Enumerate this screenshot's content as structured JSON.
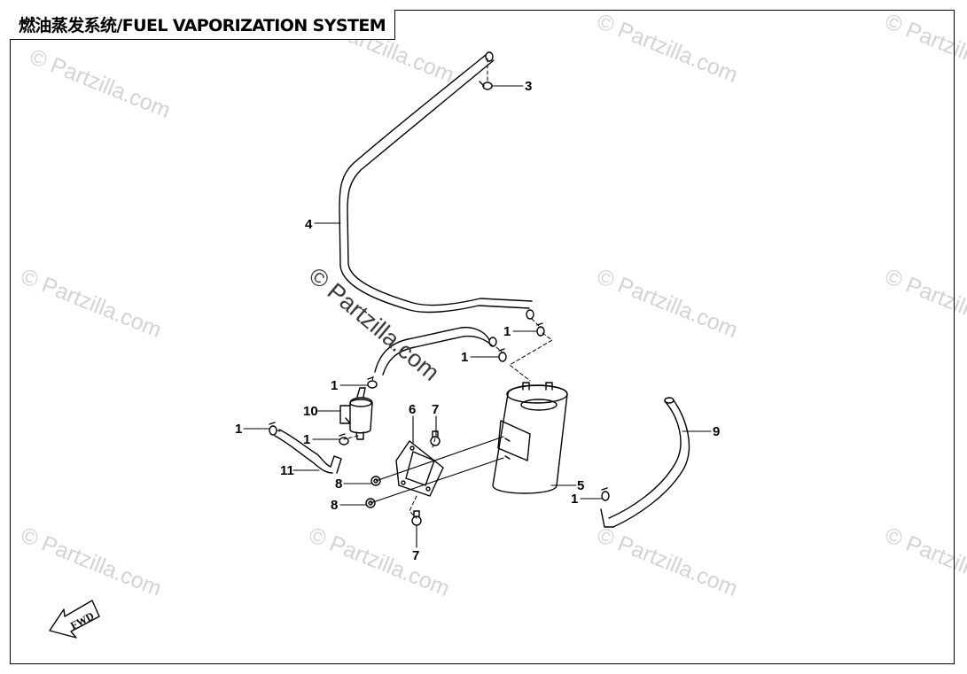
{
  "title": "燃油蒸发系统/FUEL VAPORIZATION SYSTEM",
  "watermark": {
    "text": "© Partzilla.com",
    "color": "#d3d3d3",
    "main_color": "#3a3a3a"
  },
  "callouts": [
    "3",
    "4",
    "1",
    "1",
    "1",
    "10",
    "1",
    "1",
    "11",
    "6",
    "7",
    "8",
    "8",
    "7",
    "5",
    "9",
    "1"
  ],
  "fwd_label": "FWD",
  "icons": [
    "fwd-arrow-icon"
  ]
}
